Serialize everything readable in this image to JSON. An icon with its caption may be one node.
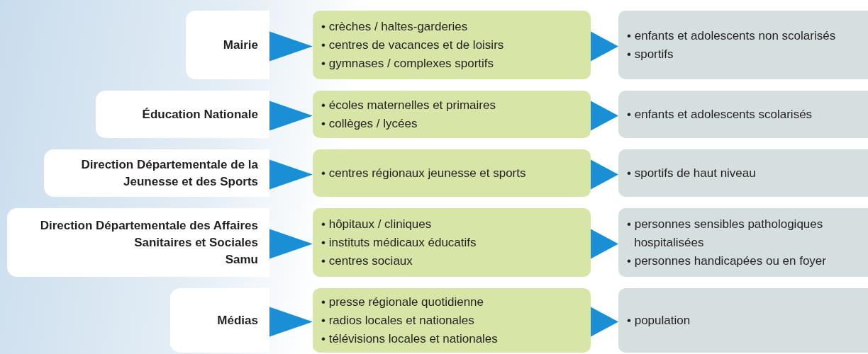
{
  "diagram": {
    "nodes": [
      {
        "text": [
          "Mairie"
        ]
      },
      {
        "text": [
          "• crèches / haltes-garderies",
          "• centres de vacances et de loisirs",
          "• gymnases / complexes sportifs"
        ]
      },
      {
        "text": [
          "• enfants et adolescents non scolarisés",
          "• sportifs"
        ]
      },
      {
        "text": [
          "Éducation Nationale"
        ]
      },
      {
        "text": [
          "• écoles maternelles et primaires",
          "• collèges / lycées"
        ]
      },
      {
        "text": [
          "• enfants et adolescents scolarisés"
        ]
      },
      {
        "text": [
          "Direction Départementale de la Jeunesse et des Sports"
        ]
      },
      {
        "text": [
          "• centres régionaux jeunesse et sports"
        ]
      },
      {
        "text": [
          "• sportifs de haut niveau"
        ]
      },
      {
        "text": [
          "Direction Départementale des Affaires Sanitaires et Sociales",
          "Samu"
        ]
      },
      {
        "text": [
          "• hôpitaux / cliniques",
          "• instituts médicaux éducatifs",
          "• centres sociaux"
        ]
      },
      {
        "text": [
          "• personnes sensibles pathologiques hospitalisées",
          "• personnes handicapées ou en foyer"
        ]
      },
      {
        "text": [
          "Médias"
        ]
      },
      {
        "text": [
          "• presse régionale quotidienne",
          "• radios locales et nationales",
          "• télévisions locales et nationales"
        ]
      },
      {
        "text": [
          "• population"
        ]
      }
    ],
    "edges": [
      {
        "from": 0,
        "to": 1,
        "arrow": "to"
      },
      {
        "from": 1,
        "to": 2,
        "arrow": "to"
      },
      {
        "from": 3,
        "to": 4,
        "arrow": "to"
      },
      {
        "from": 4,
        "to": 5,
        "arrow": "to"
      },
      {
        "from": 6,
        "to": 7,
        "arrow": "to"
      },
      {
        "from": 7,
        "to": 8,
        "arrow": "to"
      },
      {
        "from": 9,
        "to": 10,
        "arrow": "to"
      },
      {
        "from": 10,
        "to": 11,
        "arrow": "to"
      },
      {
        "from": 12,
        "to": 13,
        "arrow": "to"
      },
      {
        "from": 13,
        "to": 14,
        "arrow": "to"
      }
    ]
  }
}
